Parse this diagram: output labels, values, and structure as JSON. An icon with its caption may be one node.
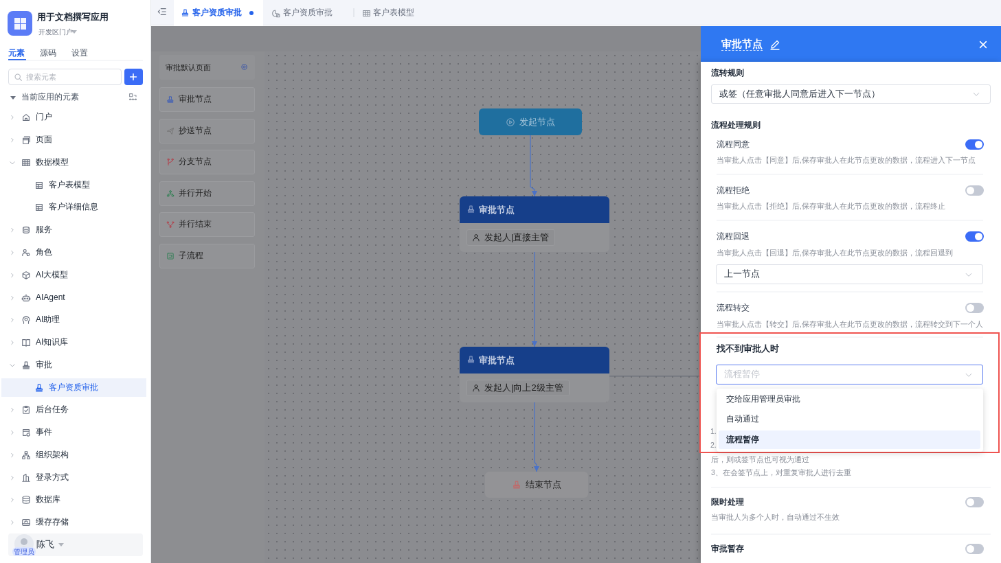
{
  "diagram": {
    "nodes": [
      {
        "text": [
          "发起节点"
        ]
      },
      {
        "text": [
          "审批节点",
          "发起人|直接主管"
        ]
      },
      {
        "text": [
          "审批节点",
          "发起人|向上2级主管"
        ]
      },
      {
        "text": [
          "结束节点"
        ]
      },
      {
        "text": [
          "找不到审批人时"
        ]
      }
    ],
    "edges": [
      {
        "from": 0,
        "to": 1,
        "arrow": "to"
      },
      {
        "from": 1,
        "to": 2,
        "arrow": "to"
      },
      {
        "from": 2,
        "to": 3,
        "arrow": "to"
      },
      {
        "from": 2,
        "to": 4,
        "arrow": "none",
        "color": "#6b6f78"
      }
    ],
    "labels": [
      "用于文档撰写应用",
      "开发区门户",
      "元素",
      "源码",
      "设置",
      "搜索元素",
      "当前应用的元素",
      "门户",
      "页面",
      "数据模型",
      "客户表模型",
      "客户详细信息",
      "服务",
      "角色",
      "AI大模型",
      "AIAgent",
      "AI助理",
      "AI知识库",
      "审批",
      "客户资质审批",
      "后台任务",
      "事件",
      "组织架构",
      "登录方式",
      "数据库",
      "缓存存储",
      "管理员",
      "陈飞",
      "客户资质审批",
      "客户资质审批",
      "客户表模型",
      "审批默认页面",
      "审批节点",
      "抄送节点",
      "分支节点",
      "并行开始",
      "并行结束",
      "子流程",
      "审批节点",
      "流转规则",
      "或签（任意审批人同意后进入下一节点）",
      "流程处理规则",
      "流程同意",
      "当审批人点击【同意】后,保存审批人在此节点更改的数据，流程进入下一节点",
      "流程拒绝",
      "当审批人点击【拒绝】后,保存审批人在此节点更改的数据，流程终止",
      "流程回退",
      "当审批人点击【回退】后,保存审批人在此节点更改的数据，流程回退到",
      "上一节点",
      "流程转交",
      "当审批人点击【转交】后,保存审批人在此节点更改的数据，流程转交到下一个人",
      "流程暂停",
      "交给应用管理员审批",
      "自动通过",
      "流程暂停",
      "1.",
      "2.",
      "后，则或签节点也可视为通过",
      "3、在会签节点上，对重复审批人进行去重",
      "限时处理",
      "当审批人为多个人时，自动通过不生效",
      "审批暂存"
    ]
  }
}
